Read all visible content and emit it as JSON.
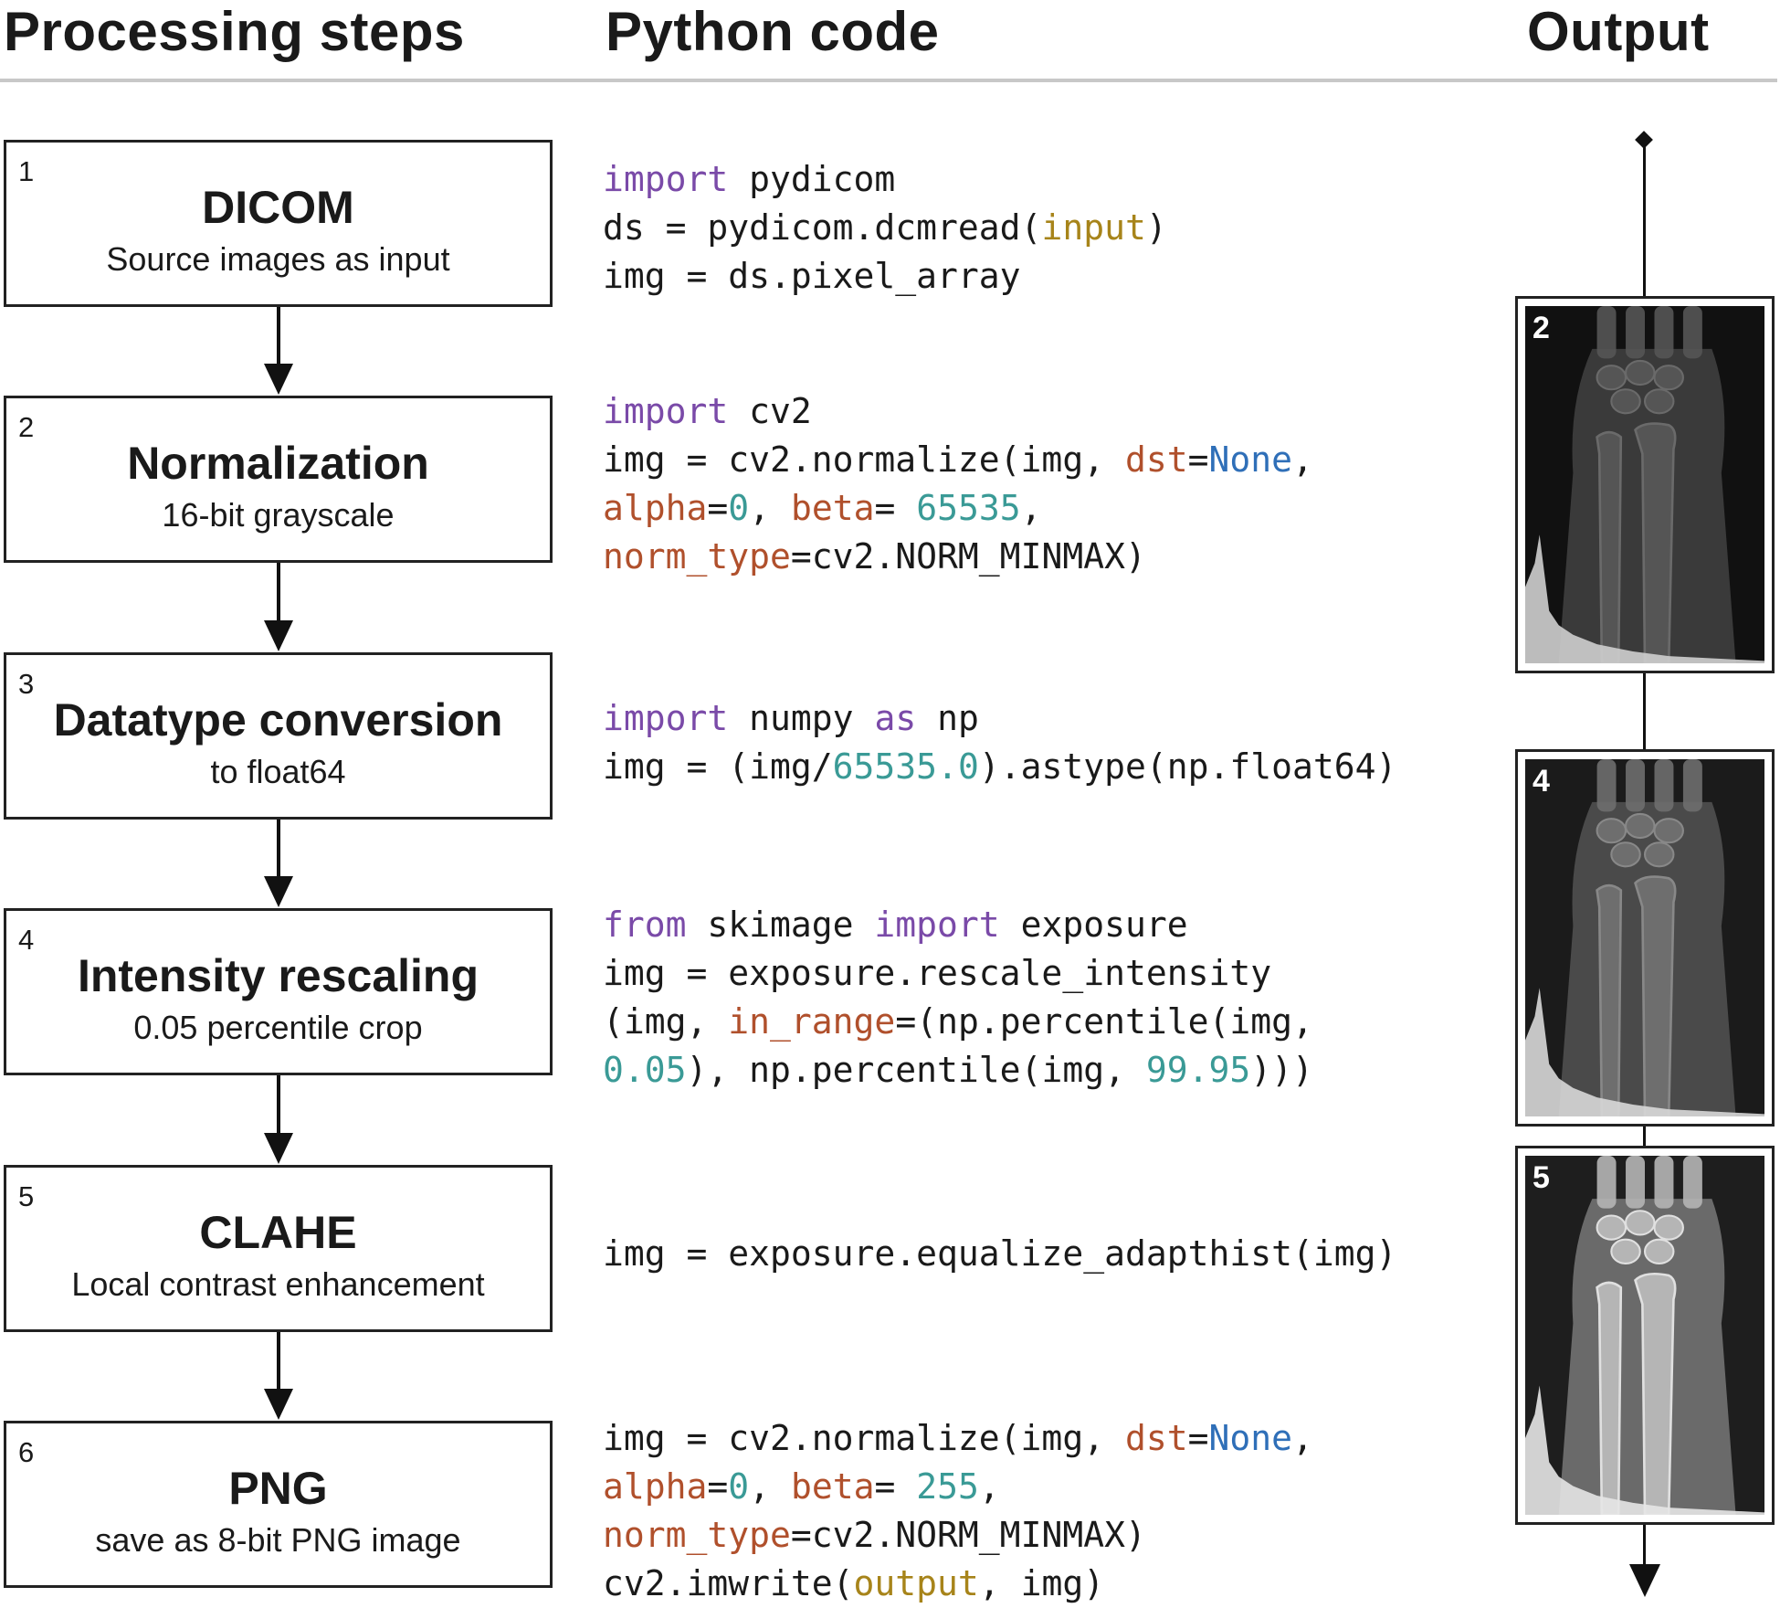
{
  "headers": {
    "steps": "Processing steps",
    "code": "Python code",
    "output": "Output"
  },
  "steps": [
    {
      "num": "1",
      "title": "DICOM",
      "subtitle": "Source images as input"
    },
    {
      "num": "2",
      "title": "Normalization",
      "subtitle": "16-bit grayscale"
    },
    {
      "num": "3",
      "title": "Datatype conversion",
      "subtitle": "to float64"
    },
    {
      "num": "4",
      "title": "Intensity rescaling",
      "subtitle": "0.05 percentile crop"
    },
    {
      "num": "5",
      "title": "CLAHE",
      "subtitle": "Local contrast enhancement"
    },
    {
      "num": "6",
      "title": "PNG",
      "subtitle": "save as 8-bit PNG image"
    }
  ],
  "code": [
    {
      "lines": [
        [
          [
            "import",
            "kw"
          ],
          [
            " pydicom",
            ""
          ]
        ],
        [
          [
            "ds = pydicom.dcmread(",
            ""
          ],
          [
            "input",
            "bi"
          ],
          [
            ")",
            ""
          ]
        ],
        [
          [
            "img = ds.pixel_array",
            ""
          ]
        ]
      ]
    },
    {
      "lines": [
        [
          [
            "import",
            "kw"
          ],
          [
            " cv2",
            ""
          ]
        ],
        [
          [
            "img = cv2.normalize(img, ",
            ""
          ],
          [
            "dst",
            "pa"
          ],
          [
            "=",
            ""
          ],
          [
            "None",
            "cst"
          ],
          [
            ",",
            ""
          ]
        ],
        [
          [
            "alpha",
            "pa"
          ],
          [
            "=",
            ""
          ],
          [
            "0",
            "num"
          ],
          [
            ", ",
            ""
          ],
          [
            "beta",
            "pa"
          ],
          [
            "= ",
            ""
          ],
          [
            "65535",
            "num"
          ],
          [
            ",",
            ""
          ]
        ],
        [
          [
            "norm_type",
            "pa"
          ],
          [
            "=cv2.NORM_MINMAX)",
            ""
          ]
        ]
      ]
    },
    {
      "lines": [
        [
          [
            "import",
            "kw"
          ],
          [
            " numpy ",
            ""
          ],
          [
            "as",
            "kw"
          ],
          [
            " np",
            ""
          ]
        ],
        [
          [
            "img = (img/",
            ""
          ],
          [
            "65535.0",
            "num"
          ],
          [
            ").astype(np.float64)",
            ""
          ]
        ]
      ]
    },
    {
      "lines": [
        [
          [
            "from",
            "kw"
          ],
          [
            " skimage ",
            ""
          ],
          [
            "import",
            "kw"
          ],
          [
            " exposure",
            ""
          ]
        ],
        [
          [
            "img = exposure.rescale_intensity",
            ""
          ]
        ],
        [
          [
            "(img, ",
            ""
          ],
          [
            "in_range",
            "pa"
          ],
          [
            "=(np.percentile(img,",
            ""
          ]
        ],
        [
          [
            "0.05",
            "num"
          ],
          [
            "), np.percentile(img, ",
            ""
          ],
          [
            "99.95",
            "num"
          ],
          [
            ")))",
            ""
          ]
        ]
      ]
    },
    {
      "lines": [
        [
          [
            "img = exposure.equalize_adapthist(img)",
            ""
          ]
        ]
      ]
    },
    {
      "lines": [
        [
          [
            "img = cv2.normalize(img, ",
            ""
          ],
          [
            "dst",
            "pa"
          ],
          [
            "=",
            ""
          ],
          [
            "None",
            "cst"
          ],
          [
            ",",
            ""
          ]
        ],
        [
          [
            "alpha",
            "pa"
          ],
          [
            "=",
            ""
          ],
          [
            "0",
            "num"
          ],
          [
            ", ",
            ""
          ],
          [
            "beta",
            "pa"
          ],
          [
            "= ",
            ""
          ],
          [
            "255",
            "num"
          ],
          [
            ",",
            ""
          ]
        ],
        [
          [
            "norm_type",
            "pa"
          ],
          [
            "=cv2.NORM_MINMAX)",
            ""
          ]
        ],
        [
          [
            "cv2.imwrite(",
            ""
          ],
          [
            "output",
            "bi"
          ],
          [
            ", img)",
            ""
          ]
        ]
      ]
    }
  ],
  "outputs": [
    {
      "label": "2",
      "style": "dark",
      "image": "wrist-radiograph-normalized"
    },
    {
      "label": "4",
      "style": "medium",
      "image": "wrist-radiograph-rescaled"
    },
    {
      "label": "5",
      "style": "clahe",
      "image": "wrist-radiograph-clahe"
    }
  ],
  "colors": {
    "keyword": "#7a4aa8",
    "builtin": "#a7841a",
    "parameter": "#b0502c",
    "number": "#3a9a96",
    "constant": "#2f6fb8"
  }
}
